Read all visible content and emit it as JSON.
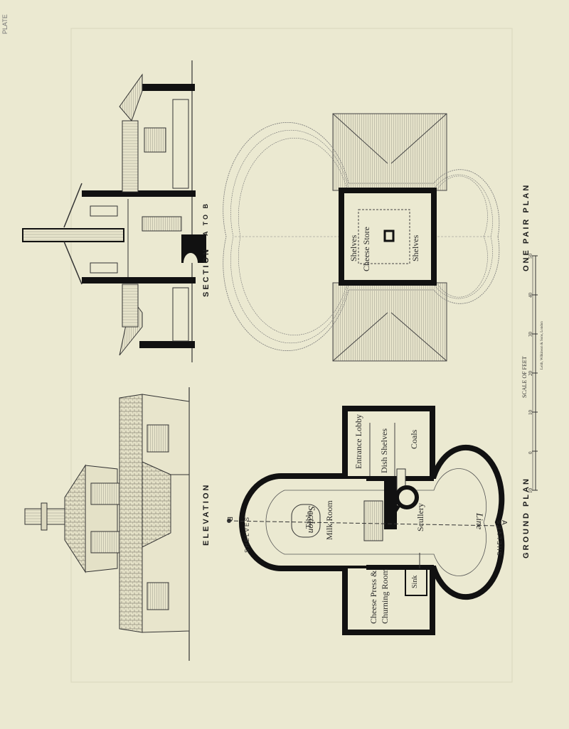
{
  "plate": {
    "corner_mark": "PLATE"
  },
  "titles": {
    "elevation": "ELEVATION",
    "section": "SECTION",
    "section_ref": "A TO B",
    "ground_plan": "GROUND PLAN",
    "one_pair_plan": "ONE PAIR PLAN"
  },
  "ground_rooms": {
    "entrance_lobby": "Entrance Lobby",
    "dish_shelves": "Dish Shelves",
    "coals": "Coals",
    "milk_room": "Milk Room",
    "table": "Table",
    "scullery": "Scullery",
    "cheese_press": "Cheese Press &",
    "churning_room": "Churning Room",
    "sink": "Sink",
    "shelves_left": "S H E L V E S",
    "shelves_right": "S H E L V E S",
    "section_word": "Section",
    "line_word": "Line",
    "mark_a": "A",
    "mark_b": "B"
  },
  "pair_rooms": {
    "shelves_top": "Shelves",
    "cheese_store": "Cheese Store",
    "shelves_bottom": "Shelves"
  },
  "scale": {
    "label": "SCALE OF FEET",
    "ticks": [
      "10",
      "0",
      "10",
      "20",
      "30",
      "40",
      "50"
    ],
    "printer": "Leith, Wilkinson & Sons, London"
  }
}
